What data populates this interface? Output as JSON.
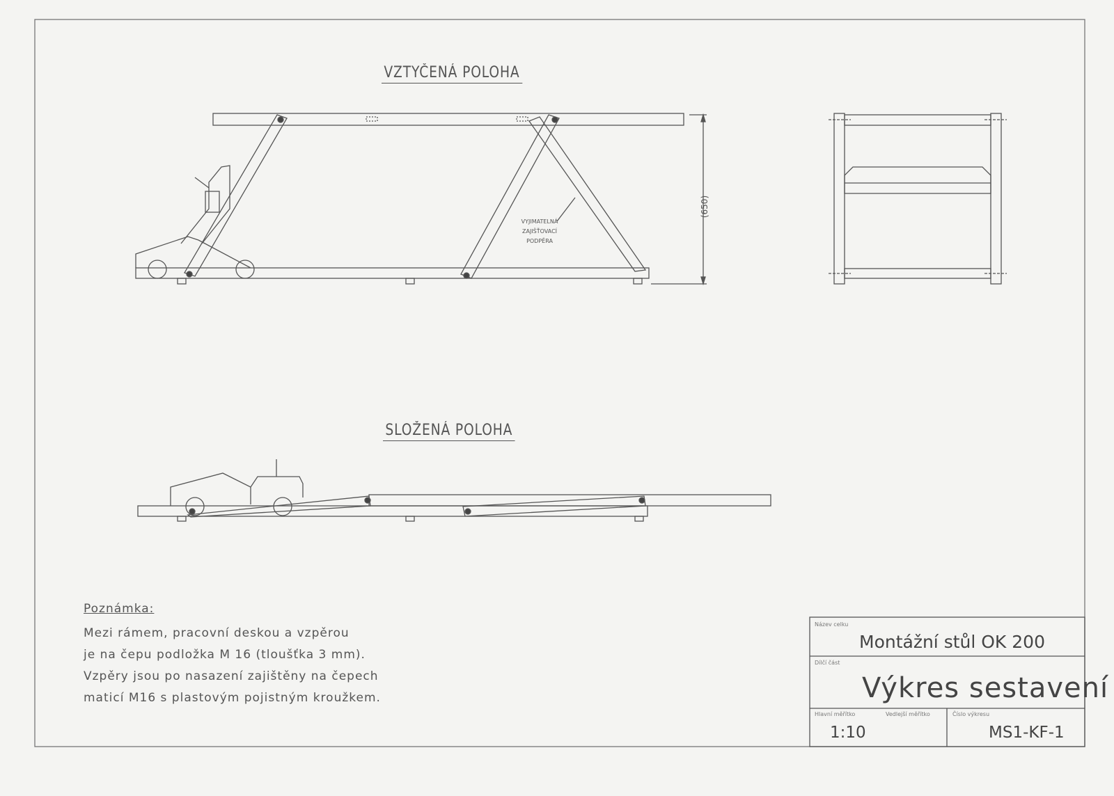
{
  "views": {
    "erected_title": "VZTYČENÁ POLOHA",
    "folded_title": "SLOŽENÁ POLOHA",
    "dimension_height": "(650)",
    "callout_lines": [
      "VYJIMATELNÁ",
      "ZAJIŠŤOVACÍ",
      "PODPĚRA"
    ]
  },
  "note": {
    "title": "Poznámka:",
    "lines": [
      "Mezi rámem, pracovní deskou a vzpěrou",
      "je na čepu podložka M 16 (tloušťka 3 mm).",
      "Vzpěry jsou po nasazení zajištěny na čepech",
      "maticí M16 s plastovým pojistným kroužkem."
    ]
  },
  "title_block": {
    "assembly_label": "Název celku",
    "assembly_name": "Montážní stůl OK 200",
    "part_label": "Dílčí část",
    "part_name": "Výkres sestavení",
    "main_scale_label": "Hlavní měřítko",
    "main_scale": "1:10",
    "secondary_scale_label": "Vedlejší měřítko",
    "drawing_number_label": "Číslo výkresu",
    "drawing_number": "MS1-KF-1"
  }
}
